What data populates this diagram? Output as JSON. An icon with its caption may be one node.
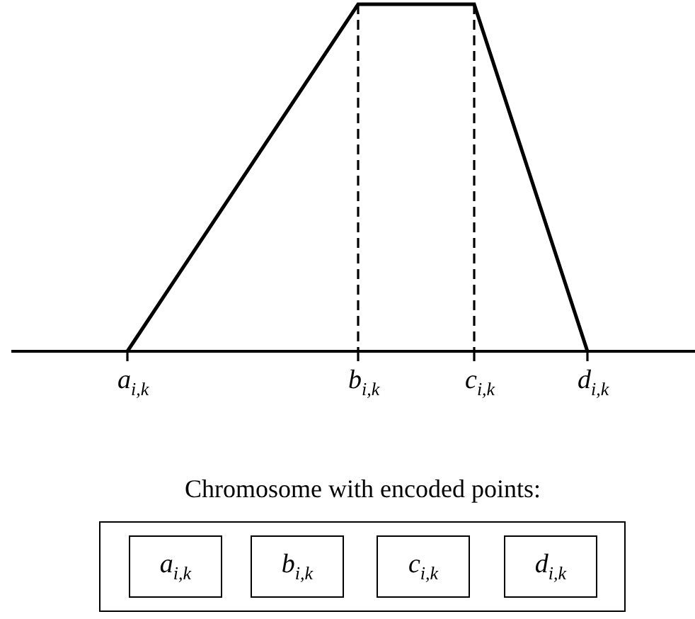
{
  "diagram": {
    "nodes": [
      {
        "text": [
          "Chromosome with encoded points:"
        ]
      },
      {
        "text": [
          "a$_{i,k}$"
        ],
        "in": 0
      },
      {
        "text": [
          "b$_{i,k}$"
        ],
        "in": 0
      },
      {
        "text": [
          "c$_{i,k}$"
        ],
        "in": 0
      },
      {
        "text": [
          "d$_{i,k}$"
        ],
        "in": 0
      }
    ],
    "edges": [],
    "labels": [
      "a$_{i,k}$",
      "b$_{i,k}$",
      "c$_{i,k}$",
      "d$_{i,k}$"
    ]
  }
}
